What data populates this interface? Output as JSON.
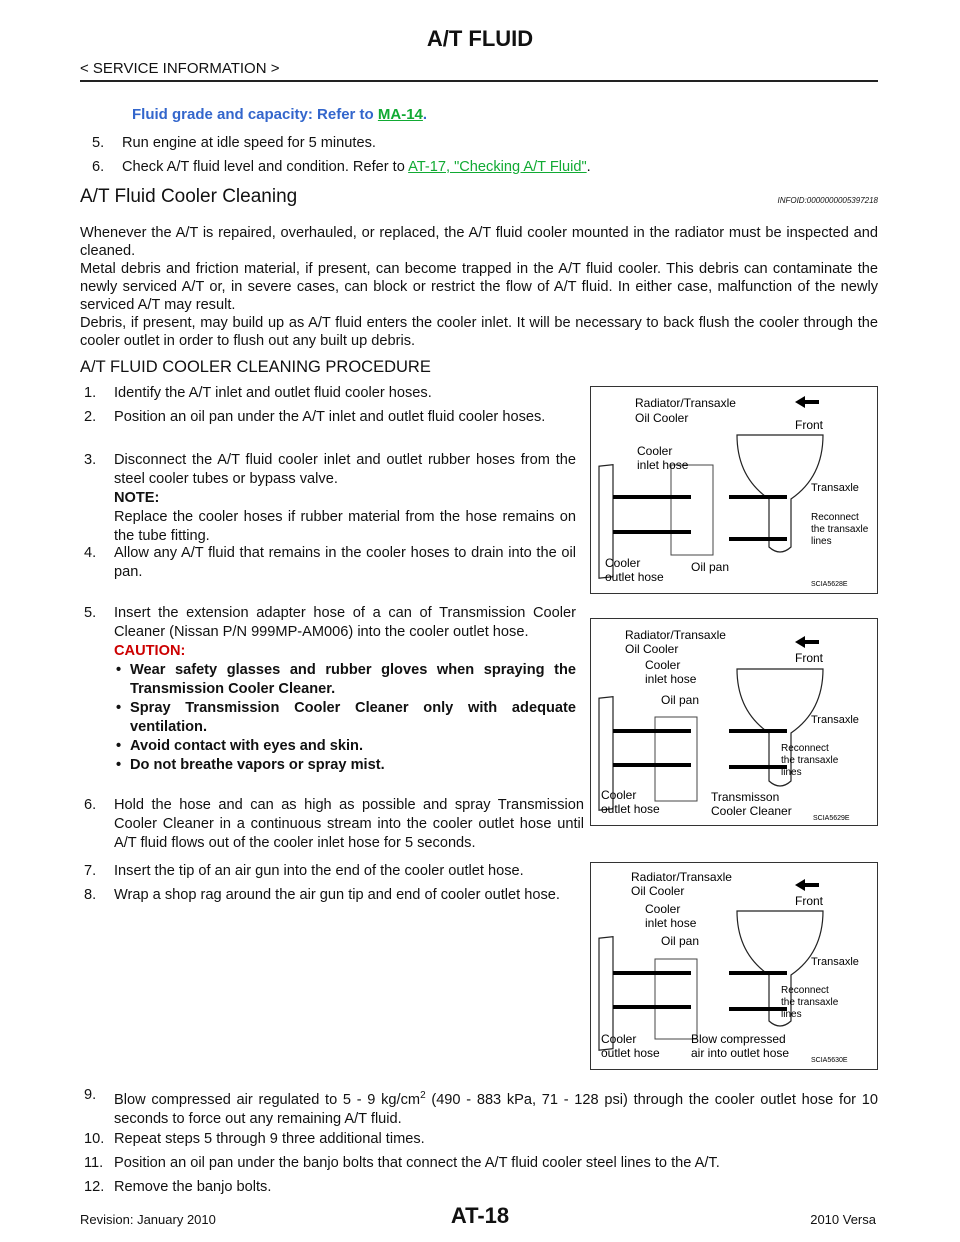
{
  "header": {
    "title": "A/T FLUID",
    "section": "< SERVICE INFORMATION >"
  },
  "fluid_note": {
    "label": "Fluid grade and capacity:    Refer to",
    "link": "MA-14",
    "end": "."
  },
  "pre_steps": [
    {
      "num": "5.",
      "text": "Run engine at idle speed for 5 minutes."
    },
    {
      "num": "6.",
      "text": "Check A/T fluid level and condition. Refer to",
      "link": "AT-17, \"Checking A/T Fluid\"",
      "end": "."
    }
  ],
  "section": {
    "title": "A/T Fluid Cooler Cleaning",
    "infoid": "INFOID:0000000005397218",
    "paragraphs": [
      "Whenever the A/T is repaired, overhauled, or replaced, the A/T fluid cooler mounted in the radiator must be inspected and cleaned.",
      "Metal debris and friction material, if present, can become trapped in the A/T fluid cooler. This debris can contaminate the newly serviced A/T or, in severe cases, can block or restrict the flow of A/T fluid. In either case, malfunction of the newly serviced A/T may result.",
      "Debris, if present, may build up as A/T fluid enters the cooler inlet. It will be necessary to back flush the cooler through the cooler outlet in order to flush out any built up debris."
    ],
    "subtitle": "A/T FLUID COOLER CLEANING PROCEDURE"
  },
  "steps": [
    {
      "num": "1.",
      "text": "Identify the A/T inlet and outlet fluid cooler hoses."
    },
    {
      "num": "2.",
      "text": "Position an oil pan under the A/T inlet and outlet fluid cooler hoses."
    },
    {
      "num": "3.",
      "text": "Disconnect the A/T fluid cooler inlet and outlet rubber hoses from the steel cooler tubes or bypass valve.",
      "note_label": "NOTE:",
      "note": "Replace the cooler hoses if rubber material from the hose remains on the tube fitting."
    },
    {
      "num": "4.",
      "text": "Allow any A/T fluid that remains in the cooler hoses to drain into the oil pan."
    },
    {
      "num": "5.",
      "text": "Insert the extension adapter hose of a can of Transmission Cooler Cleaner (Nissan P/N 999MP-AM006) into the cooler outlet hose.",
      "caution_label": "CAUTION:",
      "cautions": [
        "Wear safety glasses and rubber gloves when spraying the Transmission Cooler Cleaner.",
        "Spray Transmission Cooler Cleaner only with adequate ventilation.",
        "Avoid contact with eyes and skin.",
        "Do not breathe vapors or spray mist."
      ]
    },
    {
      "num": "6.",
      "text": "Hold the hose and can as high as possible and spray Transmission Cooler Cleaner in a continuous stream into the cooler outlet hose until A/T fluid flows out of the cooler inlet hose for 5 seconds."
    },
    {
      "num": "7.",
      "text": "Insert the tip of an air gun into the end of the cooler outlet hose."
    },
    {
      "num": "8.",
      "text": "Wrap a shop rag around the air gun tip and end of cooler outlet hose."
    },
    {
      "num": "9.",
      "text_a": "Blow compressed air regulated to 5 - 9 kg/cm",
      "sup": "2",
      "text_b": " (490 - 883 kPa, 71 - 128 psi) through the cooler outlet hose for 10 seconds to force out any remaining A/T fluid."
    },
    {
      "num": "10.",
      "text": "Repeat steps 5 through 9 three additional times."
    },
    {
      "num": "11.",
      "text": "Position an oil pan under the banjo bolts that connect the A/T fluid cooler steel lines to the A/T."
    },
    {
      "num": "12.",
      "text": "Remove the banjo bolts."
    }
  ],
  "figures": [
    {
      "id": "SCIA5628E",
      "labels": {
        "radiator1": "Radiator/Transaxle",
        "radiator2": "Oil Cooler",
        "front": "Front",
        "inlet1": "Cooler",
        "inlet2": "inlet hose",
        "transaxle": "Transaxle",
        "rec1": "Reconnect",
        "rec2": "the transaxle",
        "rec3": "lines",
        "outlet1": "Cooler",
        "outlet2": "outlet hose",
        "extra": "Oil pan"
      }
    },
    {
      "id": "SCIA5629E",
      "labels": {
        "radiator1": "Radiator/Transaxle",
        "radiator2": "Oil Cooler",
        "front": "Front",
        "inlet1": "Cooler",
        "inlet2": "inlet hose",
        "pan": "Oil pan",
        "transaxle": "Transaxle",
        "rec1": "Reconnect",
        "rec2": "the transaxle",
        "rec3": "lines",
        "outlet1": "Cooler",
        "outlet2": "outlet hose",
        "extra1": "Transmisson",
        "extra2": "Cooler Cleaner"
      }
    },
    {
      "id": "SCIA5630E",
      "labels": {
        "radiator1": "Radiator/Transaxle",
        "radiator2": "Oil Cooler",
        "front": "Front",
        "inlet1": "Cooler",
        "inlet2": "inlet hose",
        "pan": "Oil pan",
        "transaxle": "Transaxle",
        "rec1": "Reconnect",
        "rec2": "the transaxle",
        "rec3": "lines",
        "outlet1": "Cooler",
        "outlet2": "outlet hose",
        "extra1": "Blow compressed",
        "extra2": "air into outlet hose"
      }
    }
  ],
  "footer": {
    "page": "AT-18",
    "revision": "Revision: January 2010",
    "model": "2010 Versa"
  }
}
